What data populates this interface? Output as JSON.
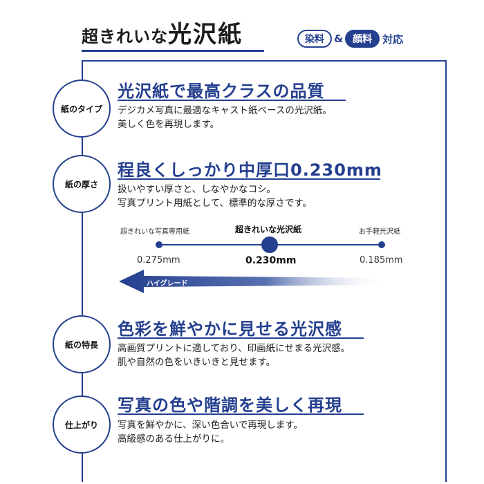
{
  "header": {
    "title_small": "超きれいな",
    "title_big": "光沢紙",
    "badge_dye": "染料",
    "amp": "&",
    "badge_pigment": "顔料",
    "badge_suffix": "対応"
  },
  "colors": {
    "accent": "#243f8f"
  },
  "sections": [
    {
      "tag": "紙のタイプ",
      "title": "光沢紙で最高クラスの品質",
      "lines": [
        "デジカメ写真に最適なキャスト紙ベースの光沢紙。",
        "美しく色を再現します。"
      ]
    },
    {
      "tag": "紙の厚さ",
      "title": "程良くしっかり中厚口0.230mm",
      "lines": [
        "扱いやすい厚さと、しなやかなコシ。",
        "写真プリント用紙として、標準的な厚さです。"
      ]
    },
    {
      "tag": "紙の特長",
      "title": "色彩を鮮やかに見せる光沢感",
      "lines": [
        "高画質プリントに適しており、印画紙にせまる光沢感。",
        "肌や自然の色をいきいきと見せます。"
      ]
    },
    {
      "tag": "仕上がり",
      "title": "写真の色や階調を美しく再現",
      "lines": [
        "写真を鮮やかに、深い色合いで再現します。",
        "高級感のある仕上がりに。"
      ]
    }
  ],
  "thickness_scale": {
    "items": [
      {
        "label": "超きれいな写真専用紙",
        "value": "0.275mm"
      },
      {
        "label": "超きれいな光沢紙",
        "value": "0.230mm"
      },
      {
        "label": "お手軽光沢紙",
        "value": "0.185mm"
      }
    ],
    "arrow_label": "ハイグレード"
  }
}
